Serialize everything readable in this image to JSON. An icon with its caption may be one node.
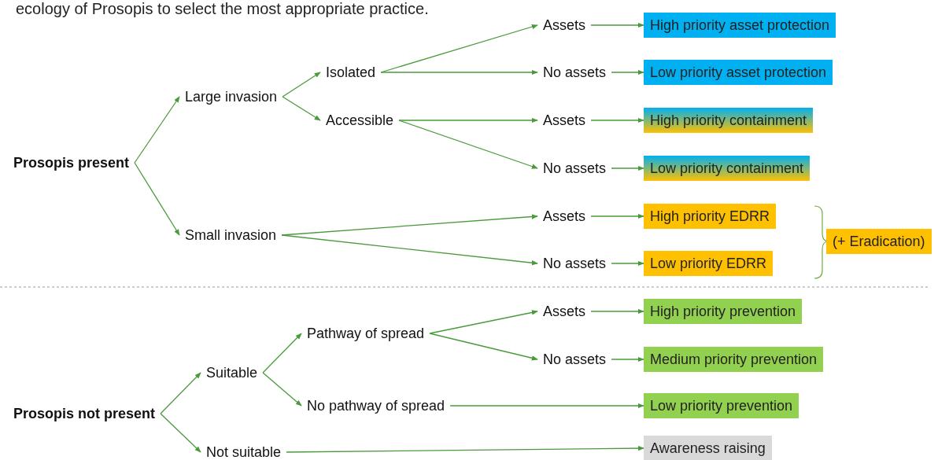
{
  "diagram": {
    "nodes": [
      {
        "text": [
          "Prosopis present"
        ]
      },
      {
        "text": [
          "Large invasion"
        ]
      },
      {
        "text": [
          "Small invasion"
        ]
      },
      {
        "text": [
          "Isolated"
        ]
      },
      {
        "text": [
          "Accessible"
        ]
      },
      {
        "text": [
          "Assets"
        ]
      },
      {
        "text": [
          "No assets"
        ]
      },
      {
        "text": [
          "Assets"
        ]
      },
      {
        "text": [
          "No assets"
        ]
      },
      {
        "text": [
          "Assets"
        ]
      },
      {
        "text": [
          "No assets"
        ]
      },
      {
        "text": [
          "High priority asset protection"
        ]
      },
      {
        "text": [
          "Low priority asset protection"
        ]
      },
      {
        "text": [
          "High priority containment"
        ]
      },
      {
        "text": [
          "Low priority containment"
        ]
      },
      {
        "text": [
          "High priority EDRR"
        ]
      },
      {
        "text": [
          "Low priority EDRR"
        ]
      },
      {
        "text": [
          "(+ Eradication)"
        ]
      },
      {
        "text": [
          "Prosopis not present"
        ]
      },
      {
        "text": [
          "Suitable"
        ]
      },
      {
        "text": [
          "Not suitable"
        ]
      },
      {
        "text": [
          "Pathway of spread"
        ]
      },
      {
        "text": [
          "No pathway of spread"
        ]
      },
      {
        "text": [
          "Assets"
        ]
      },
      {
        "text": [
          "No assets"
        ]
      },
      {
        "text": [
          "High priority prevention"
        ]
      },
      {
        "text": [
          "Medium priority prevention"
        ]
      },
      {
        "text": [
          "Low priority prevention"
        ]
      },
      {
        "text": [
          "Awareness raising"
        ]
      }
    ],
    "edges": [
      {
        "from": 0,
        "to": 1,
        "arrow": "to"
      },
      {
        "from": 0,
        "to": 2,
        "arrow": "to"
      },
      {
        "from": 1,
        "to": 3,
        "arrow": "to"
      },
      {
        "from": 1,
        "to": 4,
        "arrow": "to"
      },
      {
        "from": 3,
        "to": 5,
        "arrow": "to"
      },
      {
        "from": 3,
        "to": 6,
        "arrow": "to"
      },
      {
        "from": 4,
        "to": 7,
        "arrow": "to"
      },
      {
        "from": 4,
        "to": 8,
        "arrow": "to"
      },
      {
        "from": 2,
        "to": 9,
        "arrow": "to"
      },
      {
        "from": 2,
        "to": 10,
        "arrow": "to"
      },
      {
        "from": 5,
        "to": 11,
        "arrow": "to"
      },
      {
        "from": 6,
        "to": 12,
        "arrow": "to"
      },
      {
        "from": 7,
        "to": 13,
        "arrow": "to"
      },
      {
        "from": 8,
        "to": 14,
        "arrow": "to"
      },
      {
        "from": 9,
        "to": 15,
        "arrow": "to"
      },
      {
        "from": 10,
        "to": 16,
        "arrow": "to"
      },
      {
        "from": 18,
        "to": 19,
        "arrow": "to"
      },
      {
        "from": 18,
        "to": 20,
        "arrow": "to"
      },
      {
        "from": 19,
        "to": 21,
        "arrow": "to"
      },
      {
        "from": 19,
        "to": 22,
        "arrow": "to"
      },
      {
        "from": 21,
        "to": 23,
        "arrow": "to"
      },
      {
        "from": 21,
        "to": 24,
        "arrow": "to"
      },
      {
        "from": 23,
        "to": 25,
        "arrow": "to"
      },
      {
        "from": 24,
        "to": 26,
        "arrow": "to"
      },
      {
        "from": 22,
        "to": 27,
        "arrow": "to"
      },
      {
        "from": 20,
        "to": 28,
        "arrow": "to"
      }
    ],
    "labels": [
      "ecology of Prosopis to select the most appropriate practice."
    ]
  }
}
